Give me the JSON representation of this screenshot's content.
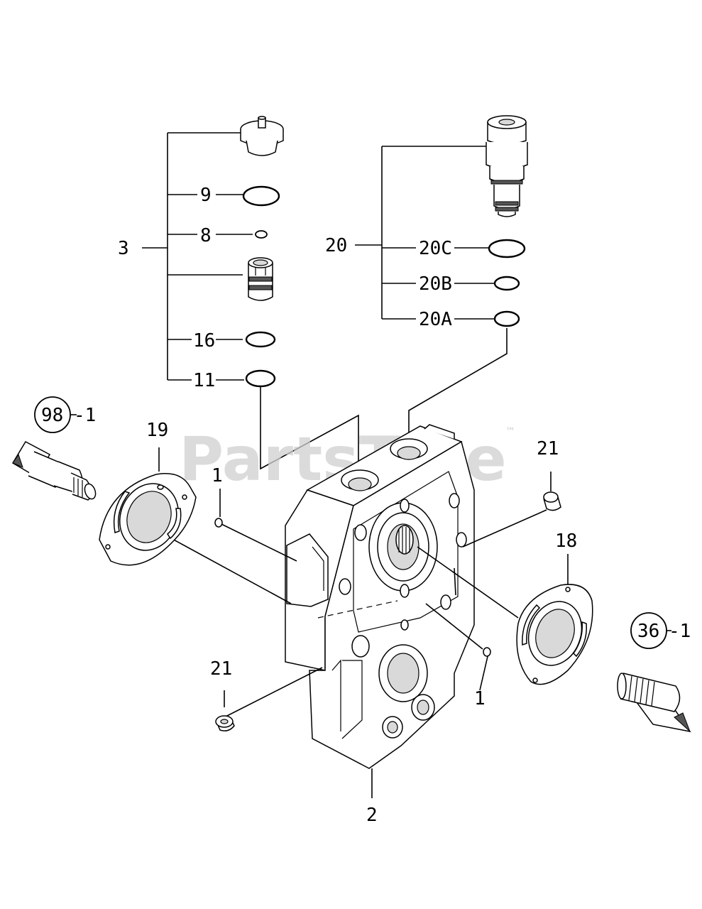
{
  "watermark": {
    "brand": "PartsTree",
    "trademark": "™"
  },
  "callouts": {
    "c3": "3",
    "c9": "9",
    "c8": "8",
    "c16": "16",
    "c11": "11",
    "c20": "20",
    "c20C": "20C",
    "c20B": "20B",
    "c20A": "20A",
    "c19": "19",
    "c98_ref": "98",
    "c98_suffix": "-1",
    "c1_left": "1",
    "c1_right": "1",
    "c21_top": "21",
    "c21_left": "21",
    "c18": "18",
    "c36_ref": "36",
    "c36_suffix": "-1",
    "c2": "2"
  }
}
